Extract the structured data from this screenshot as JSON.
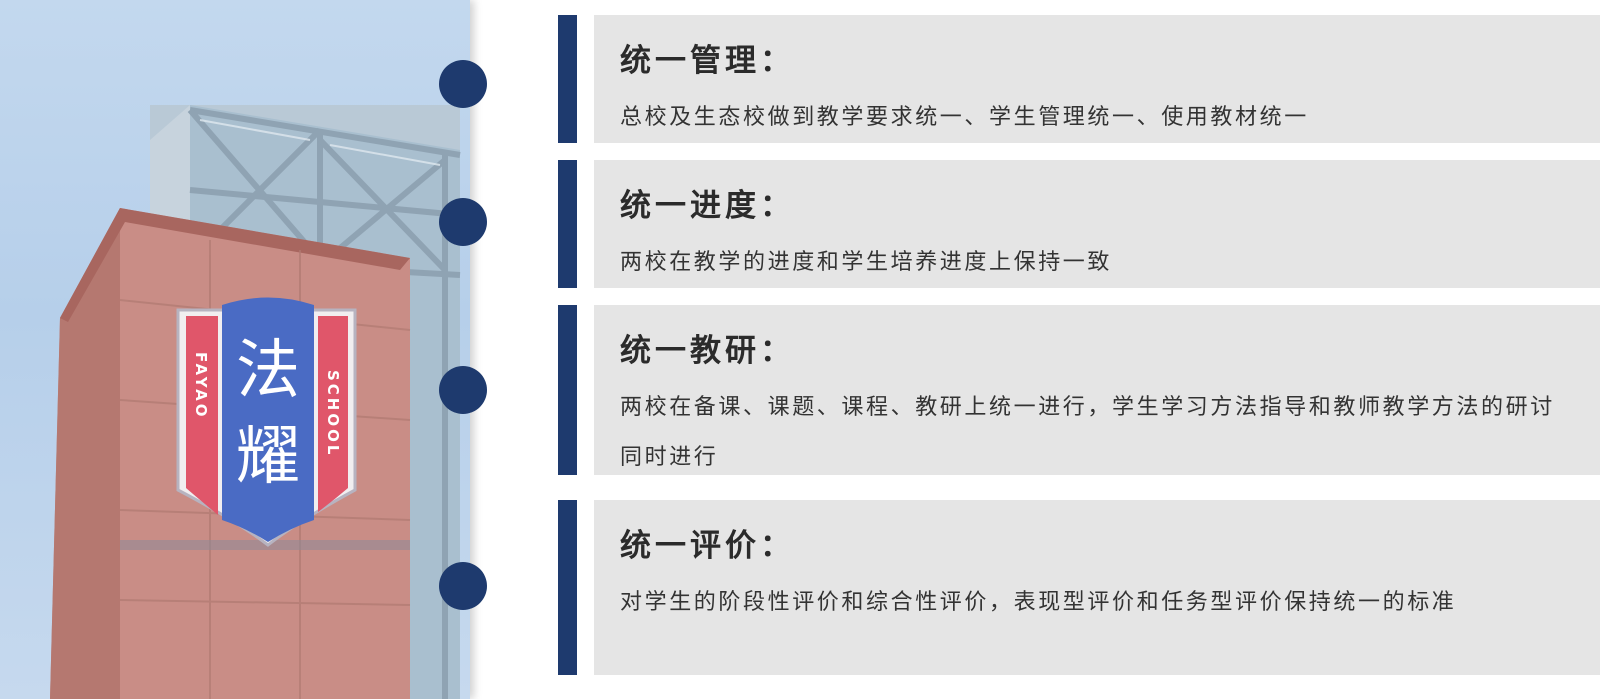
{
  "sign": {
    "main_text": "法耀",
    "left_text": "FAYAO",
    "right_text": "SCHOOL"
  },
  "items": [
    {
      "title": "统一管理：",
      "desc": "总校及生态校做到教学要求统一、学生管理统一、使用教材统一"
    },
    {
      "title": "统一进度：",
      "desc": "两校在教学的进度和学生培养进度上保持一致"
    },
    {
      "title": "统一教研：",
      "desc": "两校在备课、课题、课程、教研上统一进行，学生学习方法指导和教师教学方法的研讨同时进行"
    },
    {
      "title": "统一评价：",
      "desc": "对学生的阶段性评价和综合性评价，表现型评价和任务型评价保持统一的标准"
    }
  ],
  "colors": {
    "accent": "#1e3a6e",
    "card_bg": "#e5e5e5",
    "sign_blue": "#4a6bc4",
    "sign_red": "#e0566a",
    "wall": "#c98d86"
  }
}
